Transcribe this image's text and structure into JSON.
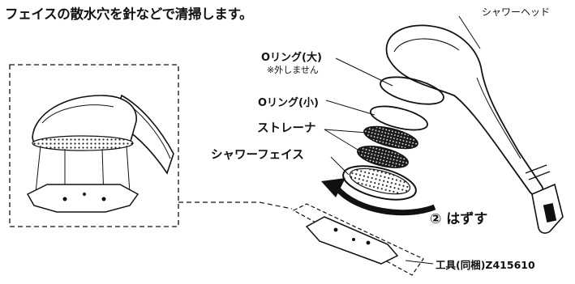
{
  "title": "フェイスの散水穴を針などで清掃します。",
  "labels": {
    "shower_head": "シャワーヘッド",
    "o_ring_large": "Oリング(大)",
    "o_ring_large_note": "※外しません",
    "o_ring_small": "Oリング(小)",
    "strainer": "ストレーナ",
    "shower_face": "シャワーフェイス",
    "remove_step": "② はずす",
    "tool": "工具(同梱)Z415610"
  },
  "colors": {
    "ink": "#111111",
    "paper": "#ffffff",
    "mesh": "#3a3a3a"
  }
}
